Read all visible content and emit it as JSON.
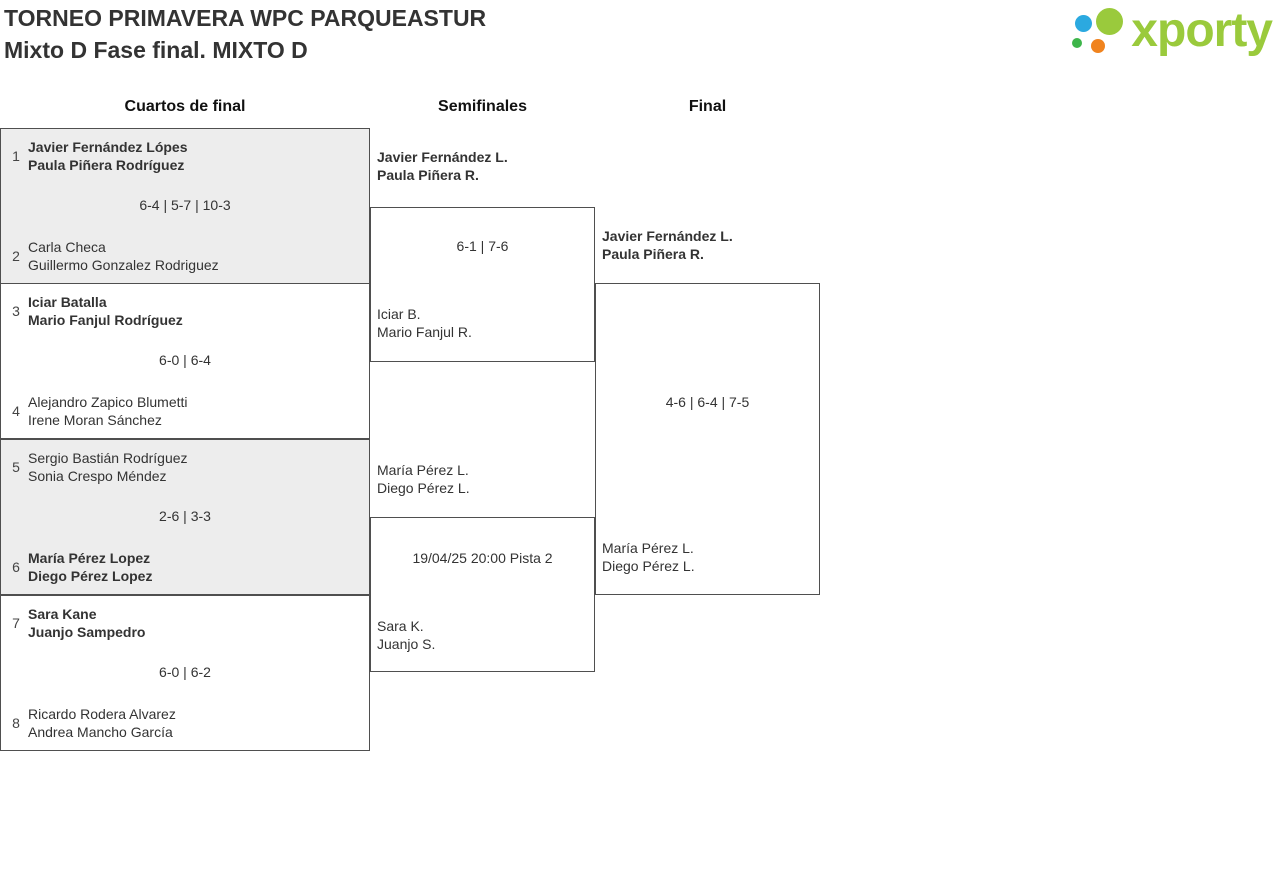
{
  "header": {
    "title_line1": "TORNEO PRIMAVERA WPC PARQUEASTUR",
    "title_line2": "Mixto D Fase final. MIXTO D",
    "logo_text": "xporty"
  },
  "columns": {
    "quarterfinals": "Cuartos de final",
    "semifinals": "Semifinales",
    "final": "Final"
  },
  "colors": {
    "logo_green": "#9aca3c",
    "logo_blue": "#2ba9e0",
    "logo_orange": "#f0831e",
    "logo_green_small": "#3db54a",
    "match_alt_bg": "#ededed",
    "border": "#4f4f4f",
    "text": "#333333"
  },
  "quarterfinals": [
    {
      "seed_a": "1",
      "team_a": {
        "line1": "Javier Fernández Lópes",
        "line2": "Paula Piñera Rodríguez",
        "winner": true
      },
      "score": "6-4 | 5-7 | 10-3",
      "seed_b": "2",
      "team_b": {
        "line1": "Carla Checa",
        "line2": "Guillermo Gonzalez Rodriguez",
        "winner": false
      }
    },
    {
      "seed_a": "3",
      "team_a": {
        "line1": "Iciar Batalla",
        "line2": "Mario Fanjul Rodríguez",
        "winner": true
      },
      "score": "6-0 | 6-4",
      "seed_b": "4",
      "team_b": {
        "line1": "Alejandro Zapico Blumetti",
        "line2": "Irene Moran Sánchez",
        "winner": false
      }
    },
    {
      "seed_a": "5",
      "team_a": {
        "line1": "Sergio Bastián Rodríguez",
        "line2": "Sonia Crespo Méndez",
        "winner": false
      },
      "score": "2-6 | 3-3",
      "seed_b": "6",
      "team_b": {
        "line1": "María Pérez Lopez",
        "line2": "Diego Pérez Lopez",
        "winner": true
      }
    },
    {
      "seed_a": "7",
      "team_a": {
        "line1": "Sara Kane",
        "line2": "Juanjo Sampedro",
        "winner": true
      },
      "score": "6-0 | 6-2",
      "seed_b": "8",
      "team_b": {
        "line1": "Ricardo Rodera Alvarez",
        "line2": "Andrea Mancho García",
        "winner": false
      }
    }
  ],
  "semifinals": [
    {
      "team_a": {
        "line1": "Javier Fernández L.",
        "line2": "Paula Piñera R.",
        "winner": true
      },
      "score": "6-1 | 7-6",
      "team_b": {
        "line1": "Iciar B.",
        "line2": "Mario Fanjul R.",
        "winner": false
      }
    },
    {
      "team_a": {
        "line1": "María Pérez L.",
        "line2": "Diego Pérez L.",
        "winner": false
      },
      "score": "19/04/25 20:00 Pista 2",
      "team_b": {
        "line1": "Sara K.",
        "line2": "Juanjo S.",
        "winner": false
      }
    }
  ],
  "final": {
    "team_a": {
      "line1": "Javier Fernández L.",
      "line2": "Paula Piñera R.",
      "winner": true
    },
    "score": "4-6 | 6-4 | 7-5",
    "team_b": {
      "line1": "María Pérez L.",
      "line2": "Diego Pérez L.",
      "winner": false
    }
  }
}
